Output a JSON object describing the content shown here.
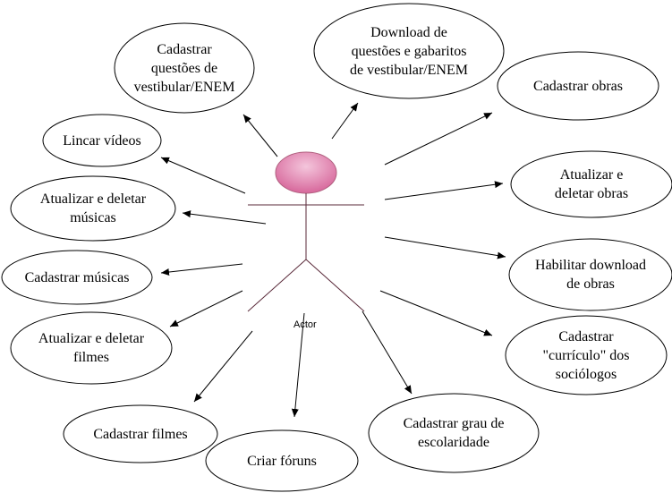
{
  "actor": {
    "label": "Actor",
    "head_fill": "#e6a0c4",
    "head_gradient_light": "#f4c6dc",
    "head_gradient_dark": "#d7679b",
    "line_color": "#5a2a3a"
  },
  "use_cases": [
    {
      "id": "cadastrar-questoes",
      "lines": [
        "Cadastrar",
        "questões de",
        "vestibular/ENEM"
      ]
    },
    {
      "id": "download-questoes",
      "lines": [
        "Download de",
        "questões e gabaritos",
        "de vestibular/ENEM"
      ]
    },
    {
      "id": "cadastrar-obras",
      "lines": [
        "Cadastrar obras"
      ]
    },
    {
      "id": "lincar-videos",
      "lines": [
        "Lincar vídeos"
      ]
    },
    {
      "id": "atualizar-deletar-obras",
      "lines": [
        "Atualizar e",
        "deletar obras"
      ]
    },
    {
      "id": "atualizar-deletar-musicas",
      "lines": [
        "Atualizar e deletar",
        "músicas"
      ]
    },
    {
      "id": "habilitar-download-obras",
      "lines": [
        "Habilitar download",
        "de obras"
      ]
    },
    {
      "id": "cadastrar-musicas",
      "lines": [
        "Cadastrar músicas"
      ]
    },
    {
      "id": "atualizar-deletar-filmes",
      "lines": [
        "Atualizar e deletar",
        "filmes"
      ]
    },
    {
      "id": "cadastrar-curriculo",
      "lines": [
        "Cadastrar",
        "\"currículo\" dos",
        "sociólogos"
      ]
    },
    {
      "id": "cadastrar-filmes",
      "lines": [
        "Cadastrar filmes"
      ]
    },
    {
      "id": "criar-foruns",
      "lines": [
        "Criar fóruns"
      ]
    },
    {
      "id": "cadastrar-grau",
      "lines": [
        "Cadastrar grau de",
        "escolaridade"
      ]
    }
  ]
}
